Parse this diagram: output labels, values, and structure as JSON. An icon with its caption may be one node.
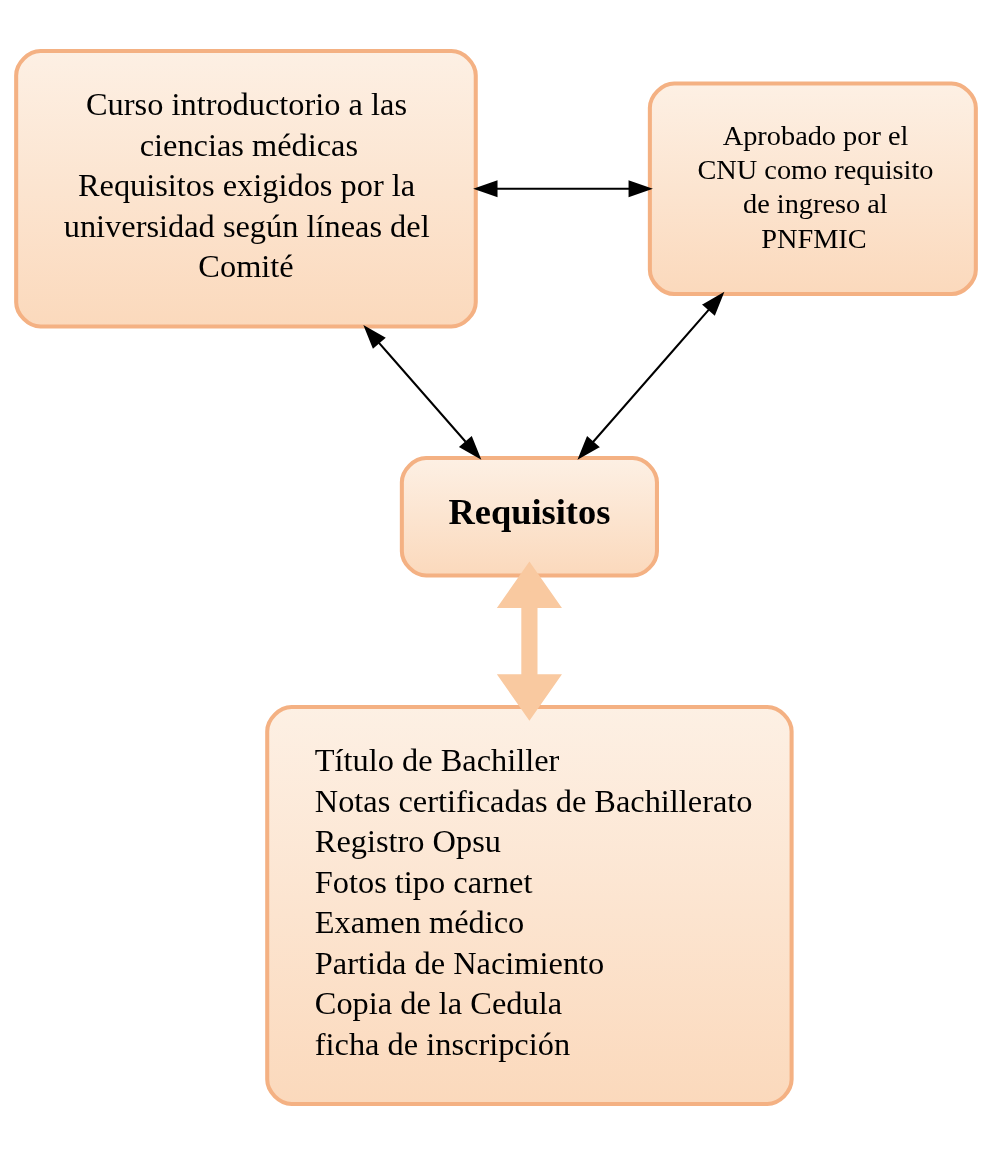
{
  "diagram": {
    "nodes": [
      {
        "text": [
          "Curso introductorio a las ciencias médicas",
          "Requisitos exigidos por la universidad según líneas del Comité"
        ]
      },
      {
        "text": [
          "Aprobado por el CNU como requisito de ingreso al PNFMIC"
        ]
      },
      {
        "text": [
          "Requisitos"
        ]
      },
      {
        "text": [
          "Título de Bachiller",
          "Notas certificadas de Bachillerato",
          "Registro Opsu",
          "Fotos tipo carnet",
          "Examen médico",
          "Partida de Nacimiento",
          "Copia de la Cedula",
          "ficha de inscripción"
        ]
      }
    ],
    "edges": [
      {
        "from": 0,
        "to": 1,
        "arrow": "both"
      },
      {
        "from": 0,
        "to": 2,
        "arrow": "both"
      },
      {
        "from": 1,
        "to": 2,
        "arrow": "both"
      },
      {
        "from": 2,
        "to": 3,
        "arrow": "both",
        "style": "thick",
        "color": "#f9c9a0"
      }
    ]
  }
}
